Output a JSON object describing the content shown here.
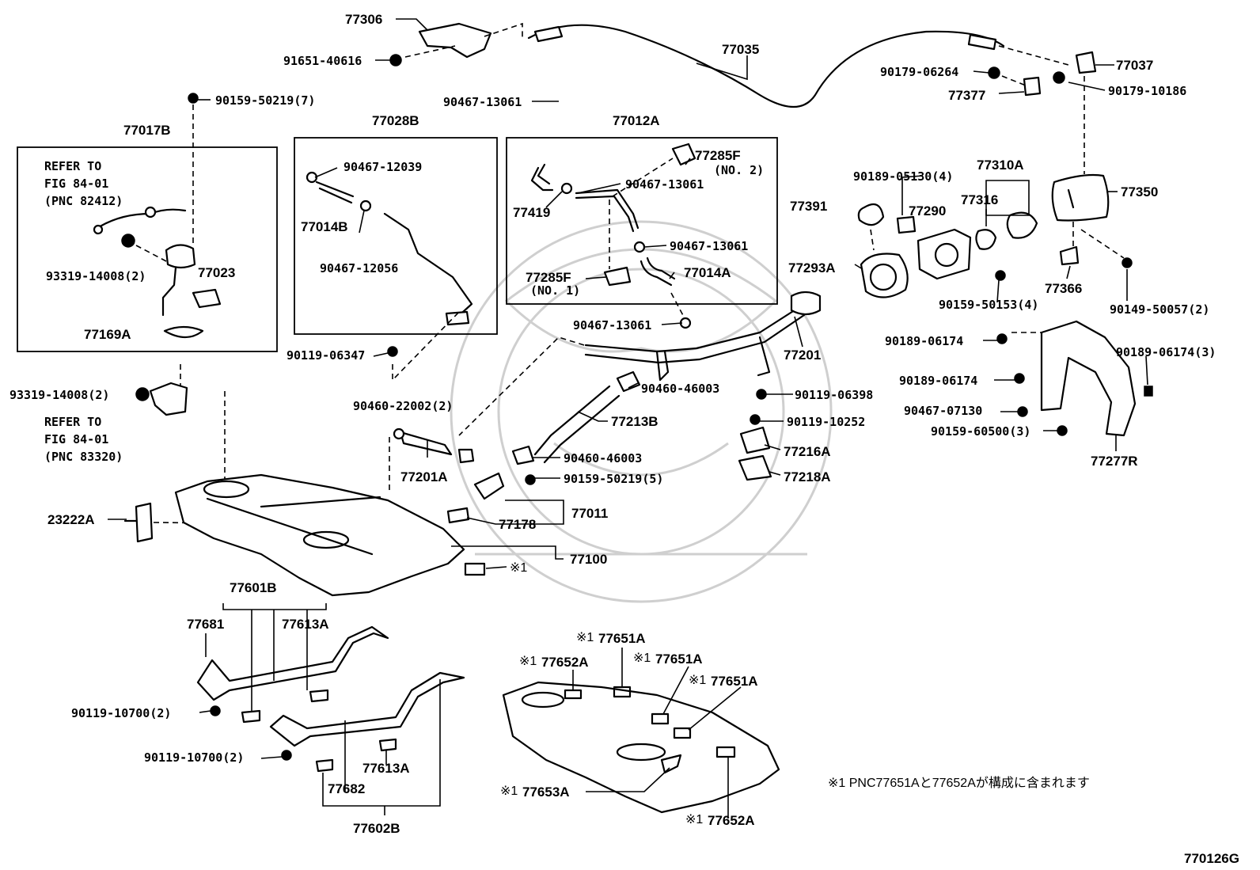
{
  "diagram_id": "770126G",
  "footnote": "※1 PNC77651Aと77652Aが構成に含まれます",
  "mark": "※1",
  "refer_notes": [
    {
      "l1": "REFER TO",
      "l2": "FIG 84-01",
      "l3": "(PNC 82412)"
    },
    {
      "l1": "REFER TO",
      "l2": "FIG 84-01",
      "l3": "(PNC 83320)"
    }
  ],
  "labels": {
    "p77306": "77306",
    "p91651_40616": "91651-40616",
    "p77035": "77035",
    "p77037": "77037",
    "p90179_06264": "90179-06264",
    "p77377": "77377",
    "p90179_10186": "90179-10186",
    "p90159_50219_7": "90159-50219(7)",
    "p77017B": "77017B",
    "p93319_14008_a": "93319-14008(2)",
    "p77023": "77023",
    "p77169A": "77169A",
    "p77028B": "77028B",
    "p90467_12039": "90467-12039",
    "p77014B": "77014B",
    "p90467_12056": "90467-12056",
    "p90467_13061_a": "90467-13061",
    "p77012A": "77012A",
    "p77285F_2": "77285F",
    "p77285F_2_sub": "(NO. 2)",
    "p77419": "77419",
    "p90467_13061_b": "90467-13061",
    "p90467_13061_c": "90467-13061",
    "p77285F_1": "77285F",
    "p77285F_1_sub": "(NO. 1)",
    "p77014A": "77014A",
    "p90467_13061_d": "90467-13061",
    "p90189_05130": "90189-05130(4)",
    "p77310A": "77310A",
    "p77391": "77391",
    "p77290": "77290",
    "p77316": "77316",
    "p77350": "77350",
    "p77293A": "77293A",
    "p77366": "77366",
    "p90159_50153": "90159-50153(4)",
    "p90149_50057": "90149-50057(2)",
    "p77201": "77201",
    "p90189_06174_a": "90189-06174",
    "p90189_06174_3": "90189-06174(3)",
    "p90189_06174_b": "90189-06174",
    "p90467_07130": "90467-07130",
    "p90159_60500": "90159-60500(3)",
    "p77277R": "77277R",
    "p90119_06347": "90119-06347",
    "p93319_14008_b": "93319-14008(2)",
    "p90460_46003_a": "90460-46003",
    "p90119_06398": "90119-06398",
    "p90460_22002": "90460-22002(2)",
    "p77213B": "77213B",
    "p90119_10252": "90119-10252",
    "p77216A": "77216A",
    "p77201A": "77201A",
    "p90460_46003_b": "90460-46003",
    "p77218A": "77218A",
    "p90159_50219_5": "90159-50219(5)",
    "p23222A": "23222A",
    "p77011": "77011",
    "p77178": "77178",
    "p77100": "77100",
    "p77601B": "77601B",
    "p77681": "77681",
    "p77613A_a": "77613A",
    "p90119_10700_a": "90119-10700(2)",
    "p90119_10700_b": "90119-10700(2)",
    "p77613A_b": "77613A",
    "p77682": "77682",
    "p77602B": "77602B",
    "p77651A_a": "77651A",
    "p77652A_a": "77652A",
    "p77651A_b": "77651A",
    "p77651A_c": "77651A",
    "p77653A": "77653A",
    "p77652A_b": "77652A"
  }
}
